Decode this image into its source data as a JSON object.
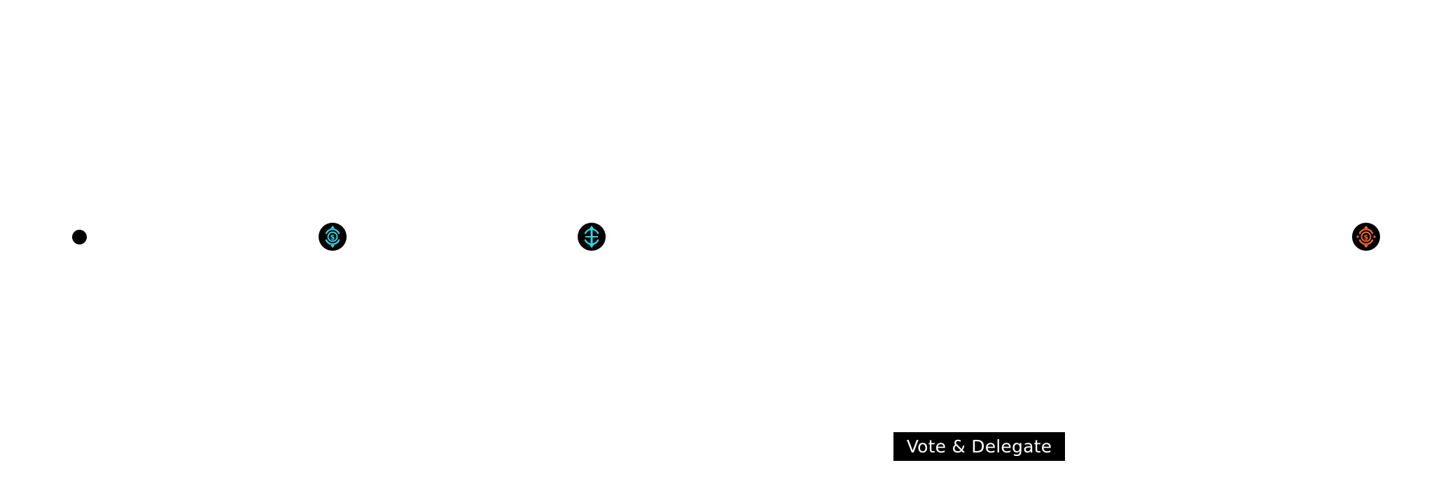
{
  "timeline": {
    "nodes": [
      {
        "name": "start-dot",
        "icon": "dot-marker"
      },
      {
        "name": "milestone-1",
        "icon": "dollar-target-icon",
        "color": "#2dd4e6"
      },
      {
        "name": "milestone-2",
        "icon": "dollar-target-icon",
        "color": "#2dd4e6"
      },
      {
        "name": "milestone-3",
        "icon": "dollar-target-icon",
        "color": "#f26a2a"
      }
    ]
  },
  "cta": {
    "label": "Vote & Delegate",
    "background": "#000000",
    "text_color": "#ffffff"
  }
}
